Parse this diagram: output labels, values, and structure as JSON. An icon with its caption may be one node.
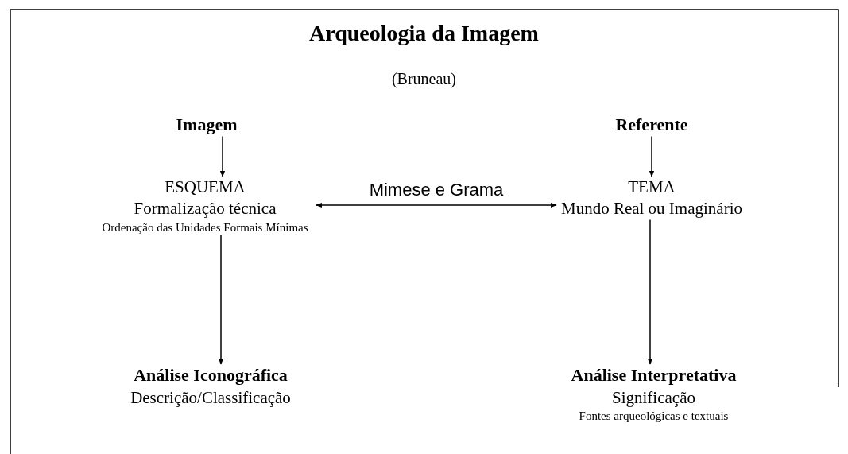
{
  "diagram": {
    "title": "Arqueologia da Imagem",
    "nodes": [
      {
        "text": [
          "Imagem"
        ]
      },
      {
        "text": [
          "Referente"
        ]
      },
      {
        "text": [
          "ESQUEMA",
          "Formalização técnica",
          "Ordenação das Unidades Formais Mínimas"
        ]
      },
      {
        "text": [
          "TEMA",
          "Mundo Real ou Imaginário"
        ]
      },
      {
        "text": [
          "Análise Iconográfica",
          "Descrição/Classificação"
        ]
      },
      {
        "text": [
          "Análise Interpretativa",
          "Significação",
          "Fontes arqueológicas e textuais"
        ]
      }
    ],
    "edges": [
      {
        "from": 0,
        "to": 2,
        "arrow": "to"
      },
      {
        "from": 1,
        "to": 3,
        "arrow": "to"
      },
      {
        "from": 2,
        "to": 3,
        "arrow": "both",
        "label": "Mimese e Grama"
      },
      {
        "from": 2,
        "to": 4,
        "arrow": "to"
      },
      {
        "from": 3,
        "to": 5,
        "arrow": "to"
      }
    ],
    "labels": [
      "(Bruneau)"
    ]
  }
}
